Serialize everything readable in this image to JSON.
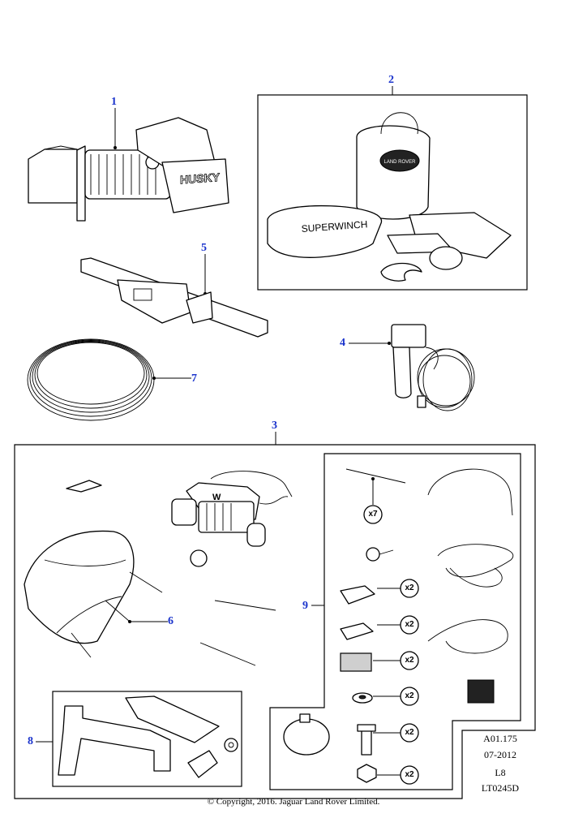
{
  "callouts": {
    "c1": "1",
    "c2": "2",
    "c3": "3",
    "c4": "4",
    "c5": "5",
    "c6": "6",
    "c7": "7",
    "c8": "8",
    "c9": "9"
  },
  "quantities": {
    "tie_straps": "x7",
    "spade_female": "x2",
    "spade_male": "x2",
    "fuse_block": "x2",
    "washer": "x2",
    "bolt": "x2",
    "nut": "x2"
  },
  "part_text": {
    "winch_brand": "HUSKY",
    "strap_brand": "SUPERWINCH",
    "bag_logo": "LAND ROVER",
    "remote_letter": "W"
  },
  "reference_block": {
    "code": "A01.175",
    "date": "07-2012",
    "level": "L8",
    "illustration_id": "LT0245D"
  },
  "footer": {
    "copyright": "© Copyright, 2016. Jaguar Land Rover Limited."
  },
  "colors": {
    "callout": "#1a33cc",
    "line": "#000000",
    "background": "#ffffff"
  }
}
